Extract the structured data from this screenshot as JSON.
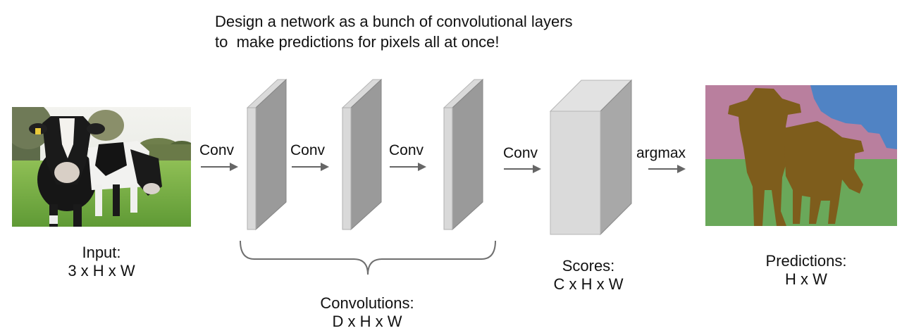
{
  "title": {
    "line1": "Design a network as a bunch of convolutional layers",
    "line2": "to  make predictions for pixels all at once!"
  },
  "input": {
    "label": "Input:",
    "shape": "3 x H x W"
  },
  "ops": {
    "conv1": "Conv",
    "conv2": "Conv",
    "conv3": "Conv",
    "conv4": "Conv",
    "argmax": "argmax"
  },
  "convolutions": {
    "label": "Convolutions:",
    "shape": "D x H x W"
  },
  "scores": {
    "label": "Scores:",
    "shape": "C x H x W"
  },
  "predictions": {
    "label": "Predictions:",
    "shape": "H x W"
  },
  "colors": {
    "layer_front": "#9a9a9a",
    "layer_side": "#d9d9d9",
    "arrow": "#666666",
    "seg_sky_blue": "#5083c4",
    "seg_pink": "#b97f9e",
    "seg_grass": "#6aa85a",
    "seg_cow": "#7e5d1c"
  }
}
